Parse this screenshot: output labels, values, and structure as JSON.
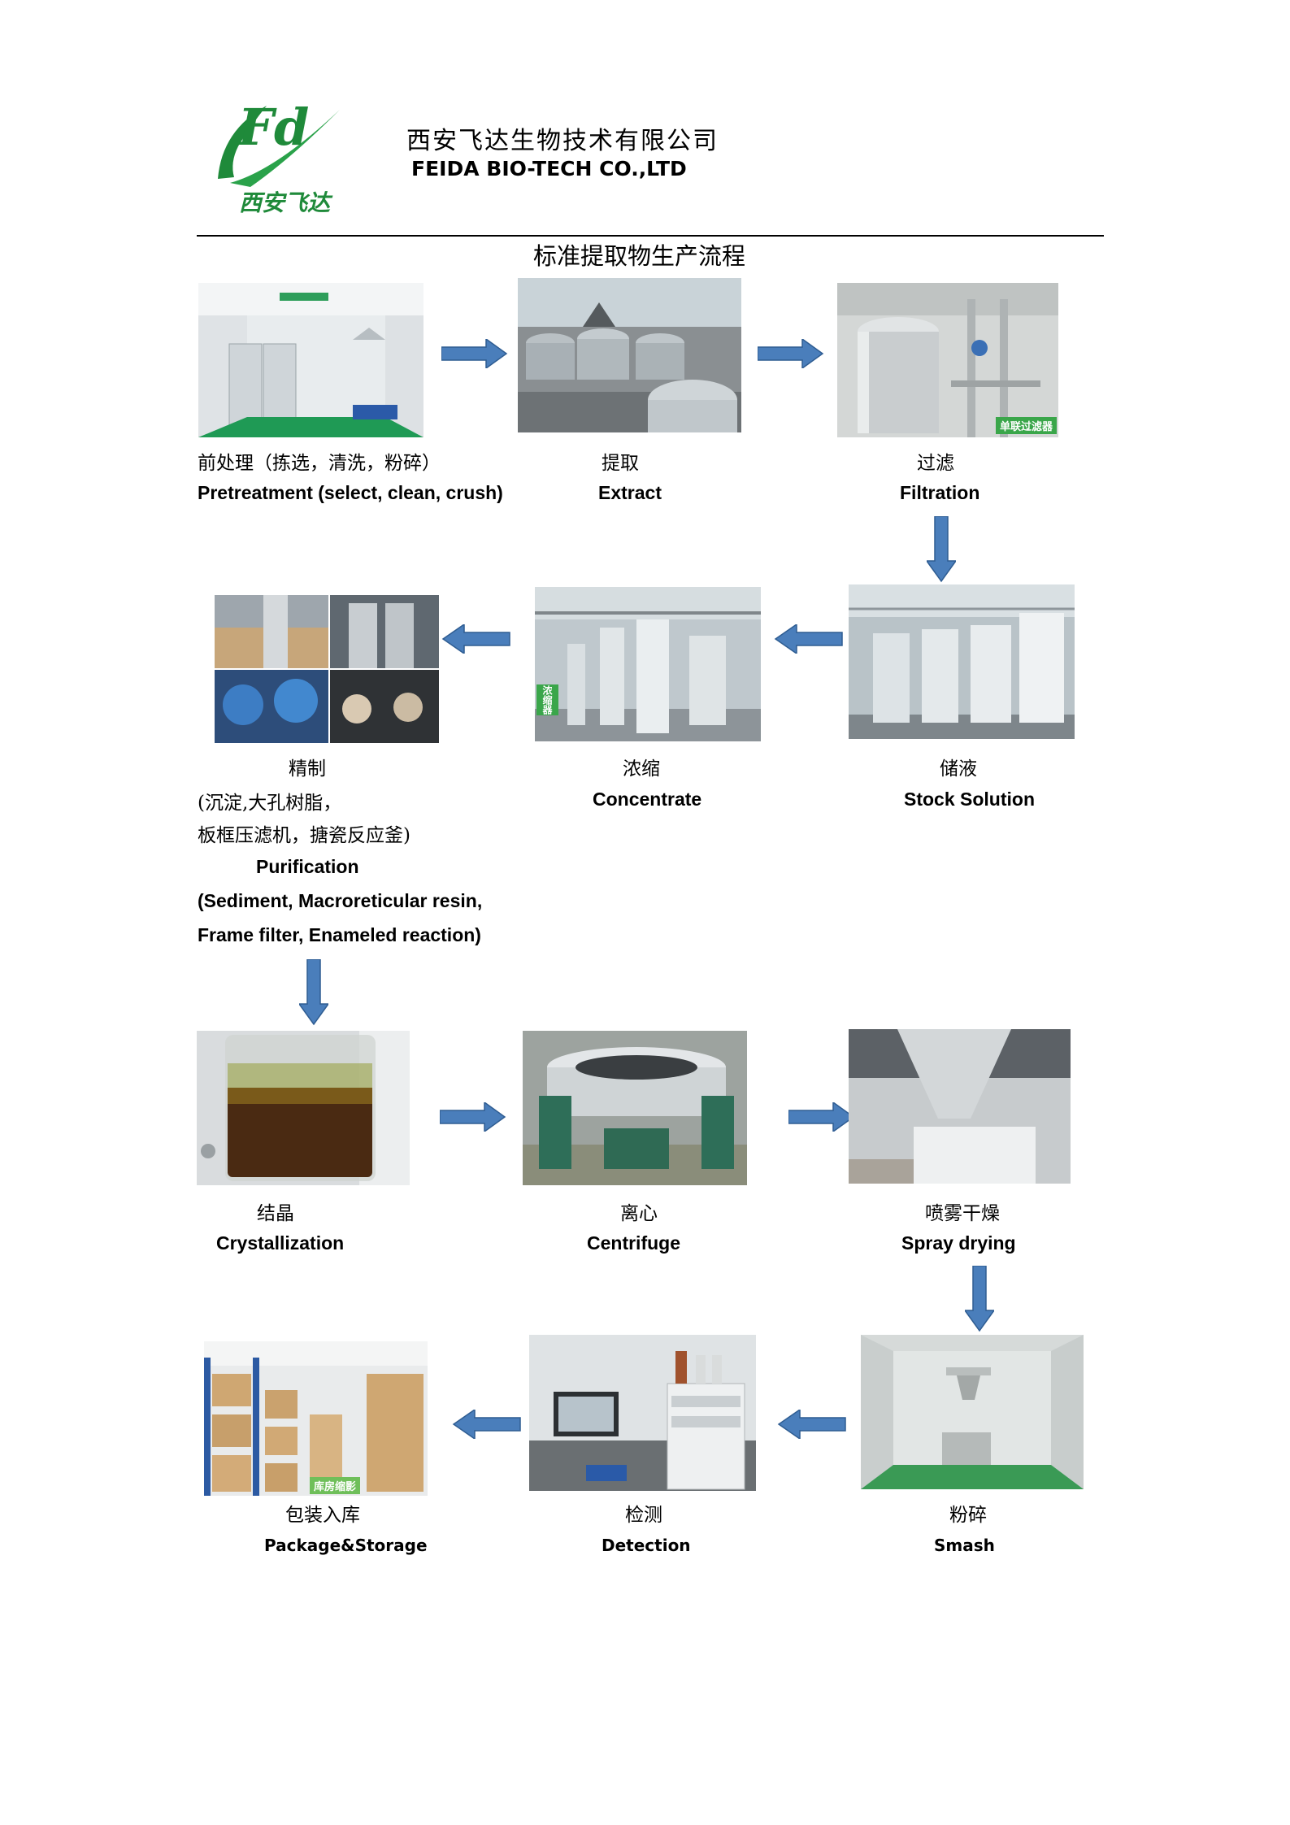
{
  "company": {
    "logo_monogram": "Fd",
    "logo_cn": "西安飞达",
    "name_cn": "西安飞达生物技术有限公司",
    "name_en": "FEIDA BIO-TECH CO.,LTD",
    "brand_green": "#1f8a3a"
  },
  "title": "标准提取物生产流程",
  "arrow_color": "#4a7ebb",
  "steps": [
    {
      "cn": "前处理（拣选，清洗，粉碎）",
      "en": "Pretreatment (select, clean, crush)",
      "photo": "cleanroom"
    },
    {
      "cn": "提取",
      "en": "Extract",
      "photo": "extraction-tanks"
    },
    {
      "cn": "过滤",
      "en": "Filtration",
      "photo": "filter-tank",
      "photo_caption": "单联过滤器"
    },
    {
      "cn": "储液",
      "en": "Stock Solution",
      "photo": "storage-tanks"
    },
    {
      "cn": "浓缩",
      "en": "Concentrate",
      "photo": "evaporators",
      "photo_caption": "浓缩器"
    },
    {
      "cn": "精制",
      "en": "Purification",
      "photo": "purification-collage",
      "cn_detail": [
        "(沉淀,大孔树脂，",
        "板框压滤机，搪瓷反应釜)"
      ],
      "en_detail": [
        "(Sediment, Macroreticular resin,",
        "Frame filter, Enameled reaction)"
      ]
    },
    {
      "cn": "结晶",
      "en": "Crystallization",
      "photo": "beaker"
    },
    {
      "cn": "离心",
      "en": "Centrifuge",
      "photo": "centrifuge"
    },
    {
      "cn": "喷雾干燥",
      "en": "Spray drying",
      "photo": "spray-dryer"
    },
    {
      "cn": "粉碎",
      "en": "Smash",
      "photo": "smash-room"
    },
    {
      "cn": "检测",
      "en": "Detection",
      "photo": "hplc-lab"
    },
    {
      "cn": "包装入库",
      "en": "Package&Storage",
      "photo": "warehouse",
      "photo_caption": "库房缩影"
    }
  ]
}
